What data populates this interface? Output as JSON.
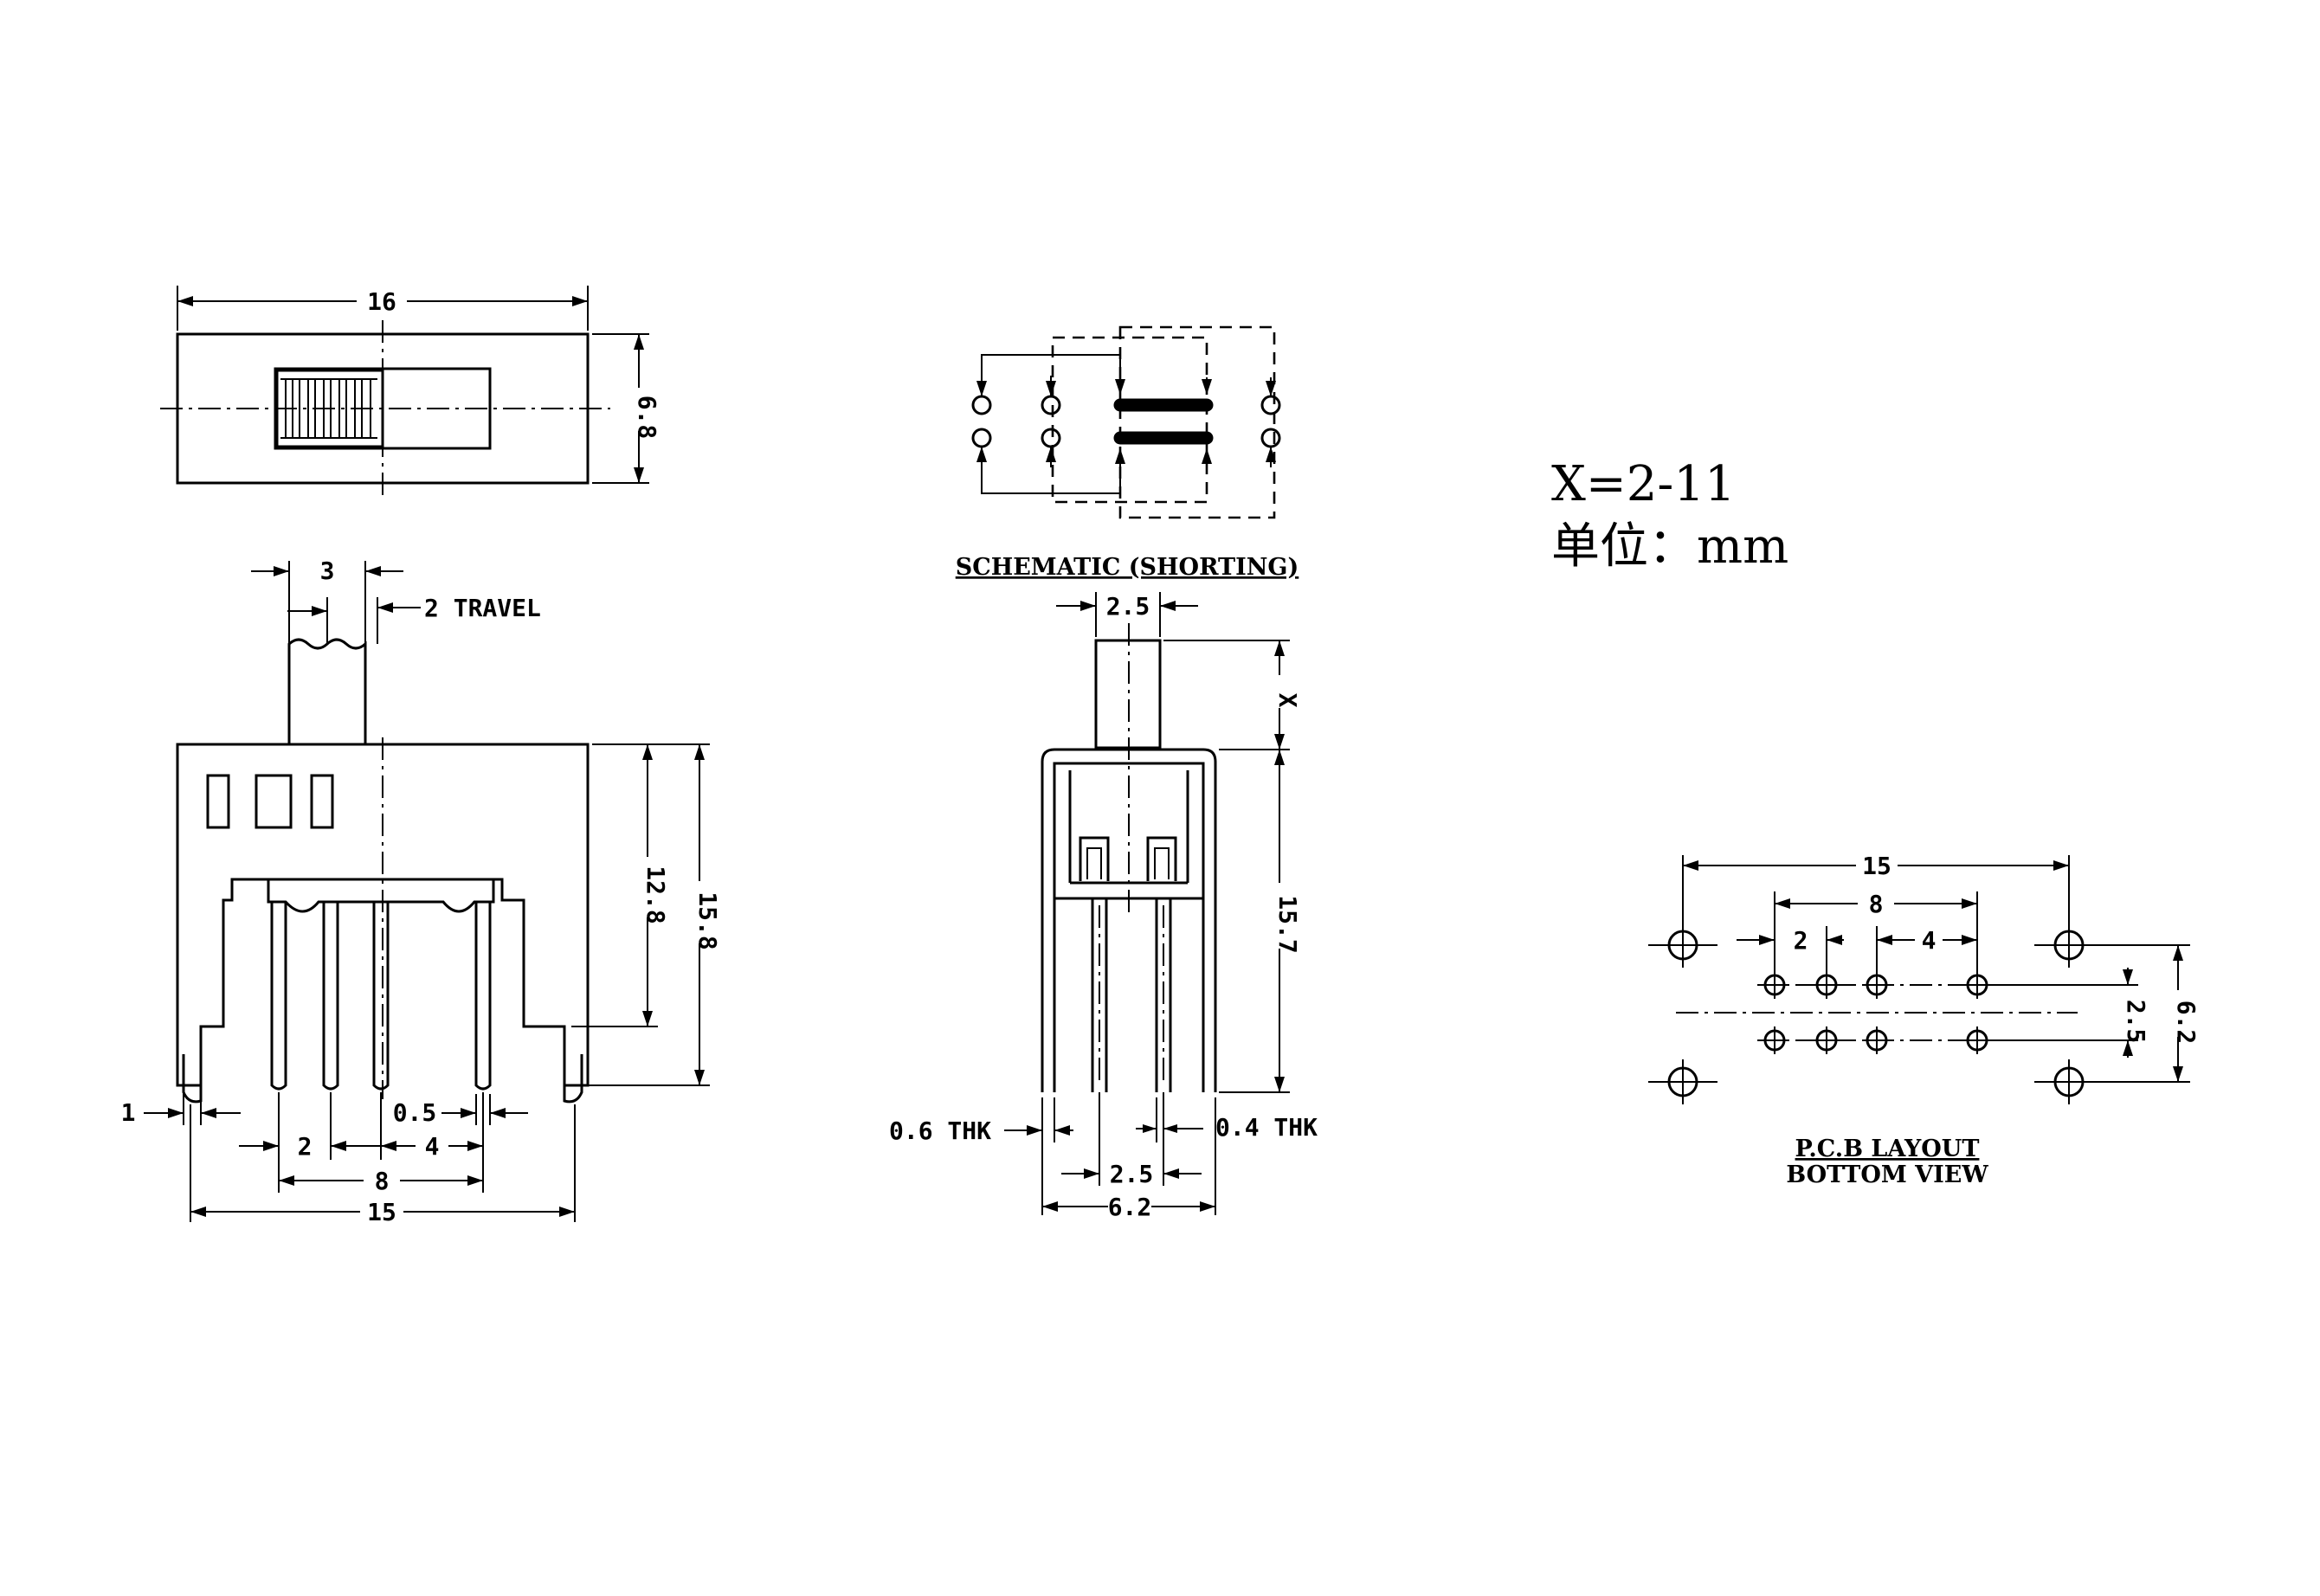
{
  "notes": {
    "x_range": "X=2-11",
    "unit": "单位：mm"
  },
  "schematic": {
    "caption": "SCHEMATIC (SHORTING)"
  },
  "pcb": {
    "caption_line1": "P.C.B LAYOUT",
    "caption_line2": "BOTTOM VIEW"
  },
  "dims": {
    "top_width": "16",
    "top_height": "6.8",
    "knob_width": "3",
    "travel": "2 TRAVEL",
    "front_h1": "12.8",
    "front_h2": "15.8",
    "left_1": "1",
    "pin_thk": "0.5",
    "pitch_2": "2",
    "pitch_4": "4",
    "pitch_8": "8",
    "width_15": "15",
    "side_knob": "2.5",
    "side_x": "X",
    "side_h": "15.7",
    "thk_06": "0.6 THK",
    "thk_04": "0.4 THK",
    "side_pitch": "2.5",
    "side_width": "6.2",
    "pcb_15": "15",
    "pcb_8": "8",
    "pcb_2": "2",
    "pcb_4": "4",
    "pcb_25": "2.5",
    "pcb_62": "6.2"
  }
}
